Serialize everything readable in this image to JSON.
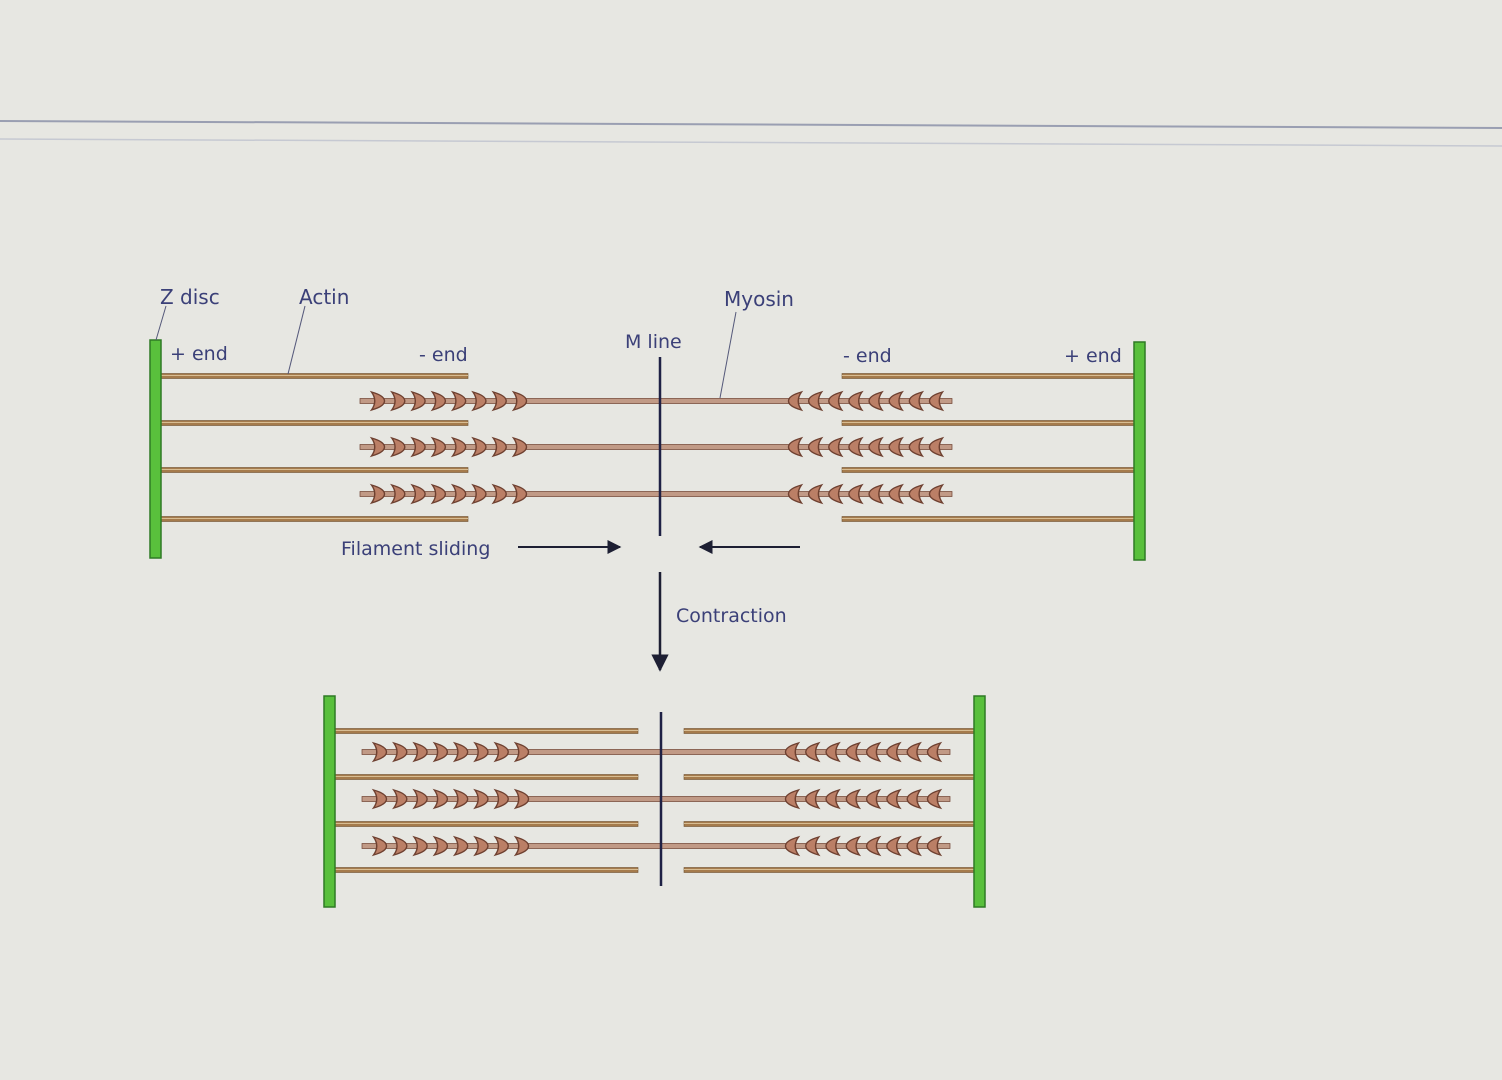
{
  "labels": {
    "z_disc": "Z disc",
    "actin": "Actin",
    "myosin": "Myosin",
    "m_line": "M line",
    "plus_end_left": "+ end",
    "minus_end_left": "- end",
    "minus_end_right": "- end",
    "plus_end_right": "+ end",
    "filament_sliding": "Filament sliding",
    "contraction": "Contraction"
  },
  "colors": {
    "background": "#e7e7e2",
    "z_disc": "#59c03c",
    "z_disc_edge": "#2f7a25",
    "actin": "#a57b4c",
    "actin_light": "#d8bd93",
    "myosin_shaft": "#c19a86",
    "myosin_head": "#bb7f66",
    "myosin_head_dark": "#6e4030",
    "ink": "#2b2f6a",
    "label": "#3b4078"
  }
}
